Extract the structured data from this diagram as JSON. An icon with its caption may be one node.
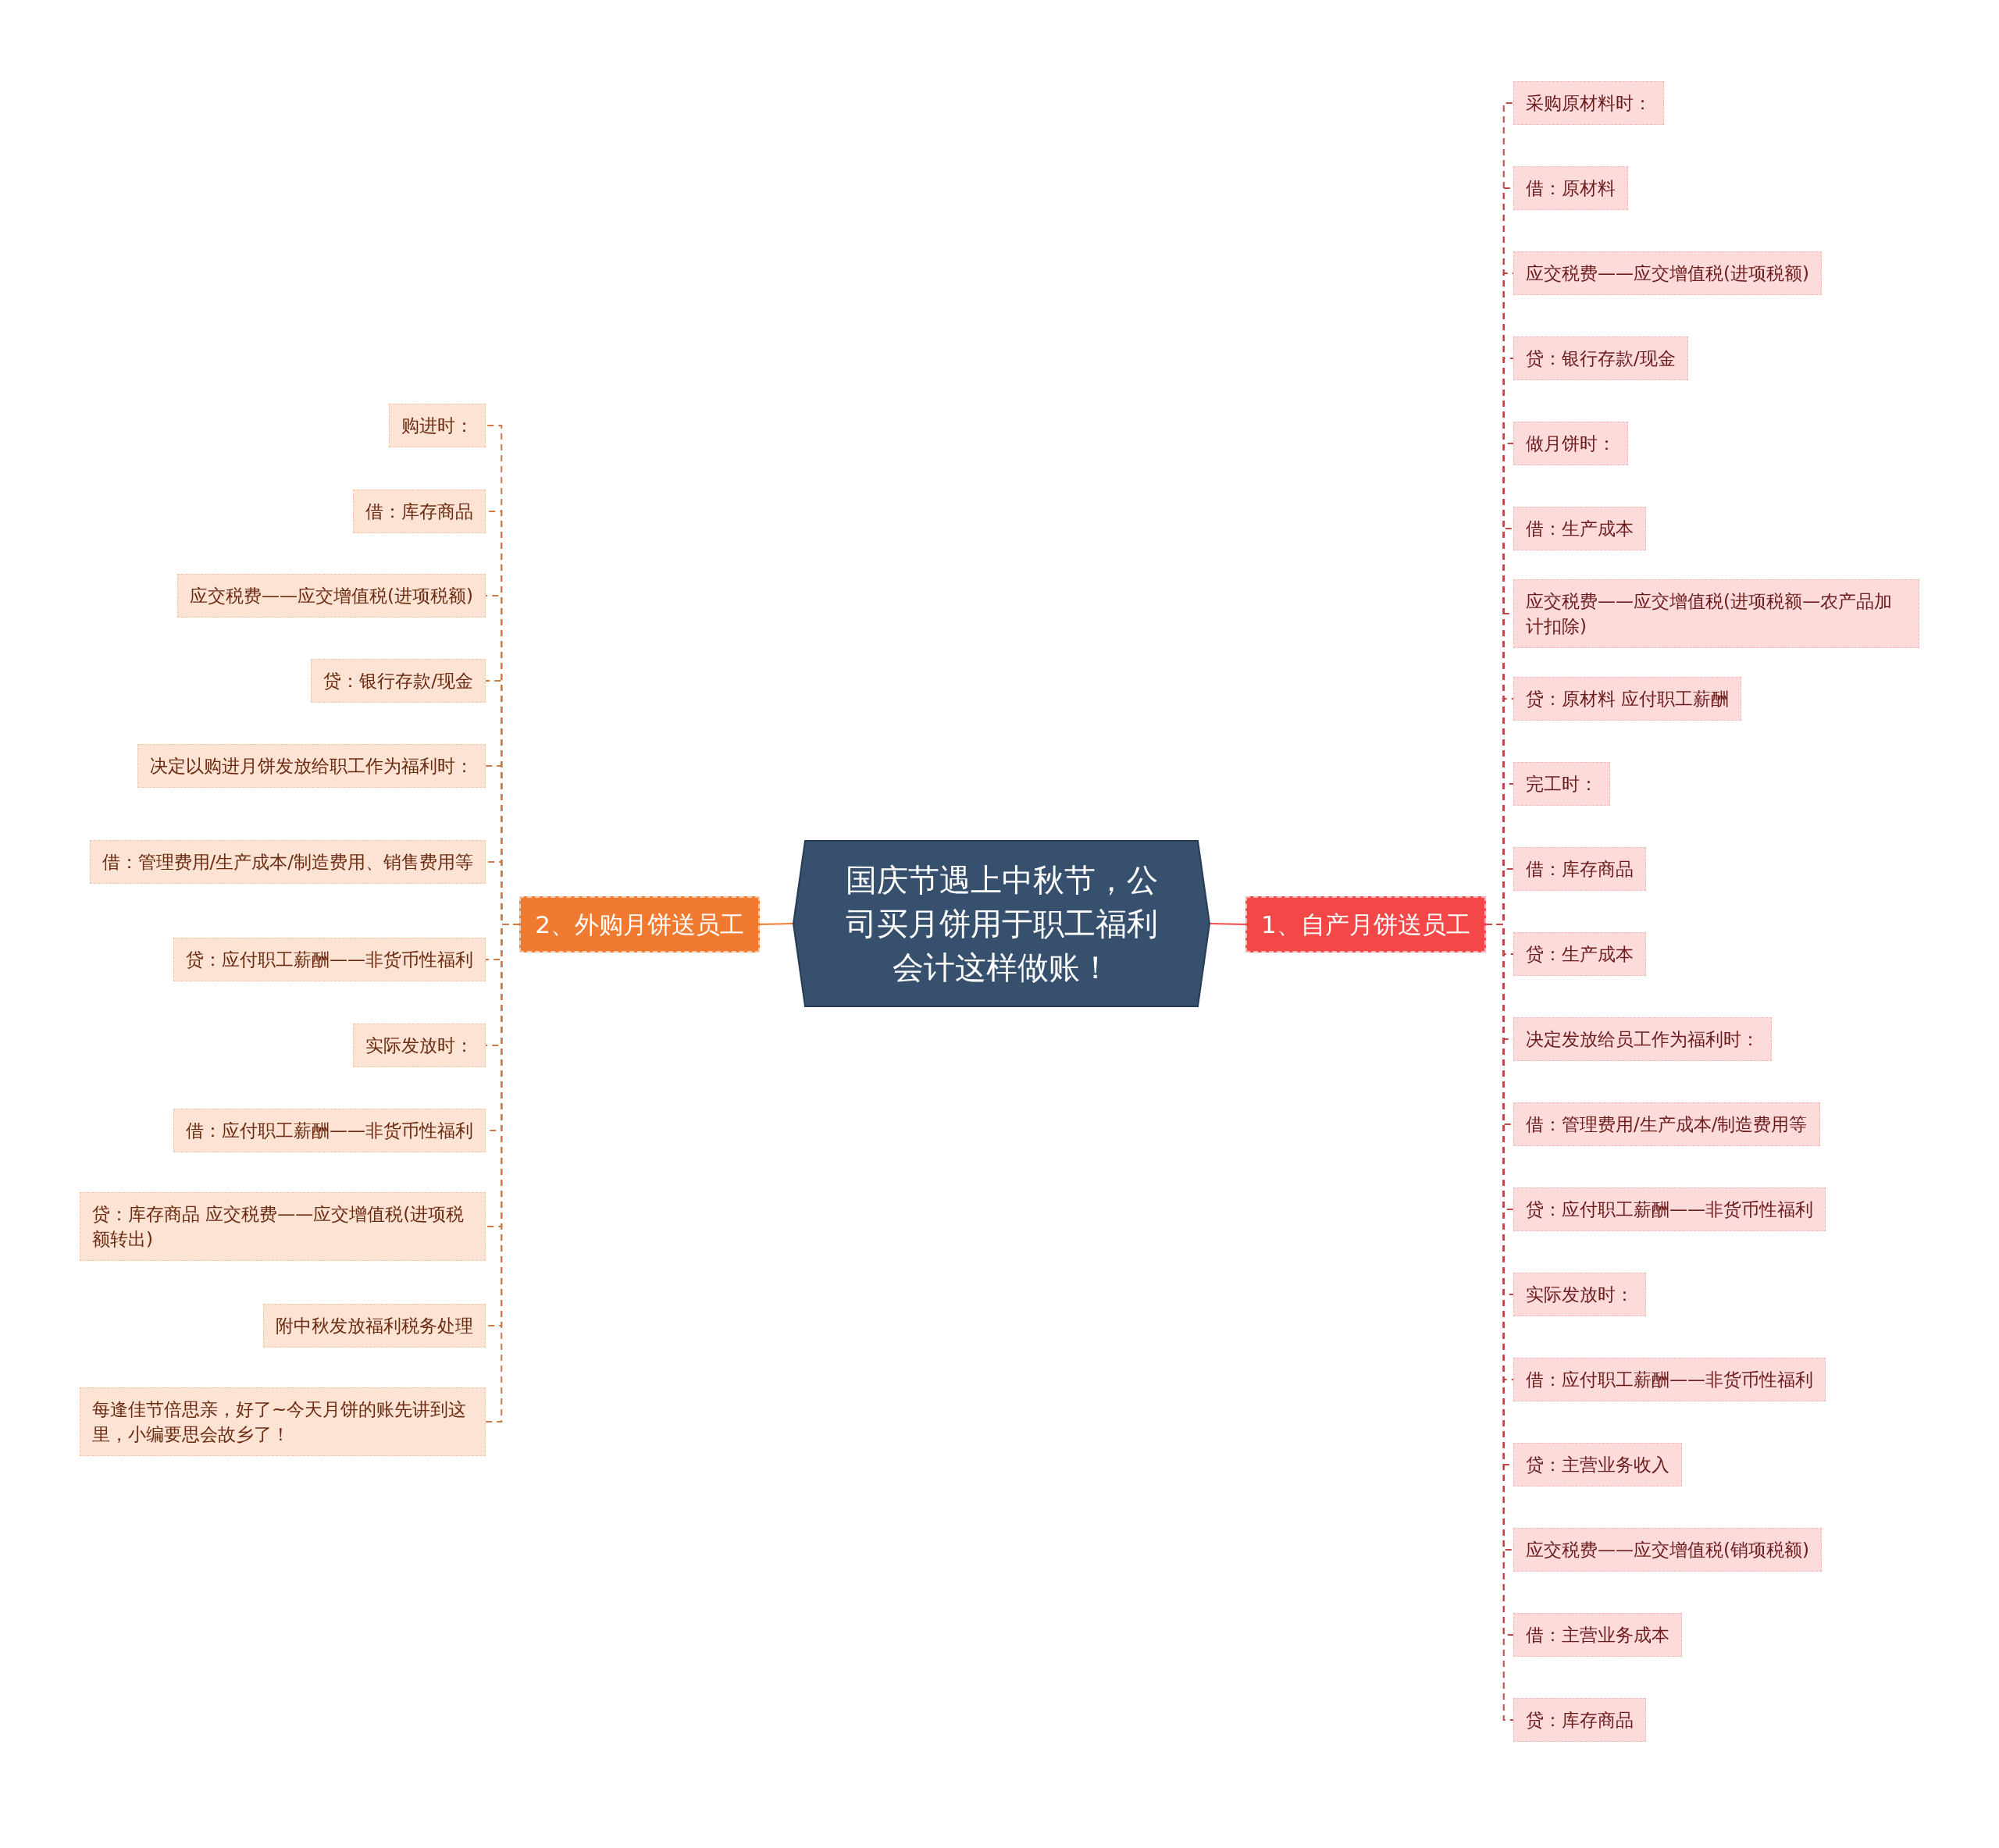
{
  "diagram": {
    "nodes": [
      {
        "text": [
          "国庆节遇上中秋节，公司买月饼用于职工福利会计这样做账！"
        ]
      },
      {
        "text": [
          "1、自产月饼送员工"
        ]
      },
      {
        "text": [
          "采购原材料时："
        ]
      },
      {
        "text": [
          "借：原材料"
        ]
      },
      {
        "text": [
          "应交税费——应交增值税(进项税额)"
        ]
      },
      {
        "text": [
          "贷：银行存款/现金"
        ]
      },
      {
        "text": [
          "做月饼时："
        ]
      },
      {
        "text": [
          "借：生产成本"
        ]
      },
      {
        "text": [
          "应交税费——应交增值税(进项税额—农产品加计扣除)"
        ]
      },
      {
        "text": [
          "贷：原材料 应付职工薪酬"
        ]
      },
      {
        "text": [
          "完工时："
        ]
      },
      {
        "text": [
          "借：库存商品"
        ]
      },
      {
        "text": [
          "贷：生产成本"
        ]
      },
      {
        "text": [
          "决定发放给员工作为福利时："
        ]
      },
      {
        "text": [
          "借：管理费用/生产成本/制造费用等"
        ]
      },
      {
        "text": [
          "贷：应付职工薪酬——非货币性福利"
        ]
      },
      {
        "text": [
          "实际发放时："
        ]
      },
      {
        "text": [
          "借：应付职工薪酬——非货币性福利"
        ]
      },
      {
        "text": [
          "贷：主营业务收入"
        ]
      },
      {
        "text": [
          "应交税费——应交增值税(销项税额)"
        ]
      },
      {
        "text": [
          "借：主营业务成本"
        ]
      },
      {
        "text": [
          "贷：库存商品"
        ]
      },
      {
        "text": [
          "2、外购月饼送员工"
        ]
      },
      {
        "text": [
          "购进时："
        ]
      },
      {
        "text": [
          "借：库存商品"
        ]
      },
      {
        "text": [
          "应交税费——应交增值税(进项税额)"
        ]
      },
      {
        "text": [
          "贷：银行存款/现金"
        ]
      },
      {
        "text": [
          "决定以购进月饼发放给职工作为福利时："
        ]
      },
      {
        "text": [
          "借：管理费用/生产成本/制造费用、销售费用等"
        ]
      },
      {
        "text": [
          "贷：应付职工薪酬——非货币性福利"
        ]
      },
      {
        "text": [
          "实际发放时："
        ]
      },
      {
        "text": [
          "借：应付职工薪酬——非货币性福利"
        ]
      },
      {
        "text": [
          "贷：库存商品 应交税费——应交增值税(进项税额转出)"
        ]
      },
      {
        "text": [
          "附中秋发放福利税务处理"
        ]
      },
      {
        "text": [
          "每逢佳节倍思亲，好了~今天月饼的账先讲到这里，小编要思会故乡了！"
        ]
      }
    ],
    "edges": [
      {
        "from": 0,
        "to": 1,
        "arrow": "none",
        "color": "#f04848"
      },
      {
        "from": 1,
        "to": 2,
        "arrow": "none",
        "style": "dashed"
      },
      {
        "from": 1,
        "to": 3,
        "arrow": "none",
        "style": "dashed"
      },
      {
        "from": 1,
        "to": 4,
        "arrow": "none",
        "style": "dashed"
      },
      {
        "from": 1,
        "to": 5,
        "arrow": "none",
        "style": "dashed"
      },
      {
        "from": 1,
        "to": 6,
        "arrow": "none",
        "style": "dashed"
      },
      {
        "from": 1,
        "to": 7,
        "arrow": "none",
        "style": "dashed"
      },
      {
        "from": 1,
        "to": 8,
        "arrow": "none",
        "style": "dashed"
      },
      {
        "from": 1,
        "to": 9,
        "arrow": "none",
        "style": "dashed"
      },
      {
        "from": 1,
        "to": 10,
        "arrow": "none",
        "style": "dashed"
      },
      {
        "from": 1,
        "to": 11,
        "arrow": "none",
        "style": "dashed"
      },
      {
        "from": 1,
        "to": 12,
        "arrow": "none",
        "style": "dashed"
      },
      {
        "from": 1,
        "to": 13,
        "arrow": "none",
        "style": "dashed"
      },
      {
        "from": 1,
        "to": 14,
        "arrow": "none",
        "style": "dashed"
      },
      {
        "from": 1,
        "to": 15,
        "arrow": "none",
        "style": "dashed"
      },
      {
        "from": 1,
        "to": 16,
        "arrow": "none",
        "style": "dashed"
      },
      {
        "from": 1,
        "to": 17,
        "arrow": "none",
        "style": "dashed"
      },
      {
        "from": 1,
        "to": 18,
        "arrow": "none",
        "style": "dashed"
      },
      {
        "from": 1,
        "to": 19,
        "arrow": "none",
        "style": "dashed"
      },
      {
        "from": 1,
        "to": 20,
        "arrow": "none",
        "style": "dashed"
      },
      {
        "from": 1,
        "to": 21,
        "arrow": "none",
        "style": "dashed"
      },
      {
        "from": 0,
        "to": 22,
        "arrow": "none",
        "color": "#f07a30"
      },
      {
        "from": 22,
        "to": 23,
        "arrow": "none",
        "style": "dashed",
        "color": "#d27a45"
      },
      {
        "from": 22,
        "to": 24,
        "arrow": "none",
        "style": "dashed",
        "color": "#d27a45"
      },
      {
        "from": 22,
        "to": 25,
        "arrow": "none",
        "style": "dashed",
        "color": "#d27a45"
      },
      {
        "from": 22,
        "to": 26,
        "arrow": "none",
        "style": "dashed",
        "color": "#d27a45"
      },
      {
        "from": 22,
        "to": 27,
        "arrow": "none",
        "style": "dashed",
        "color": "#d27a45"
      },
      {
        "from": 22,
        "to": 28,
        "arrow": "none",
        "style": "dashed",
        "color": "#d27a45"
      },
      {
        "from": 22,
        "to": 29,
        "arrow": "none",
        "style": "dashed",
        "color": "#d27a45"
      },
      {
        "from": 22,
        "to": 30,
        "arrow": "none",
        "style": "dashed",
        "color": "#d27a45"
      },
      {
        "from": 22,
        "to": 31,
        "arrow": "none",
        "style": "dashed",
        "color": "#d27a45"
      },
      {
        "from": 22,
        "to": 32,
        "arrow": "none",
        "style": "dashed",
        "color": "#d27a45"
      },
      {
        "from": 22,
        "to": 33,
        "arrow": "none",
        "style": "dashed",
        "color": "#d27a45"
      },
      {
        "from": 22,
        "to": 34,
        "arrow": "none",
        "style": "dashed",
        "color": "#d27a45"
      }
    ]
  }
}
